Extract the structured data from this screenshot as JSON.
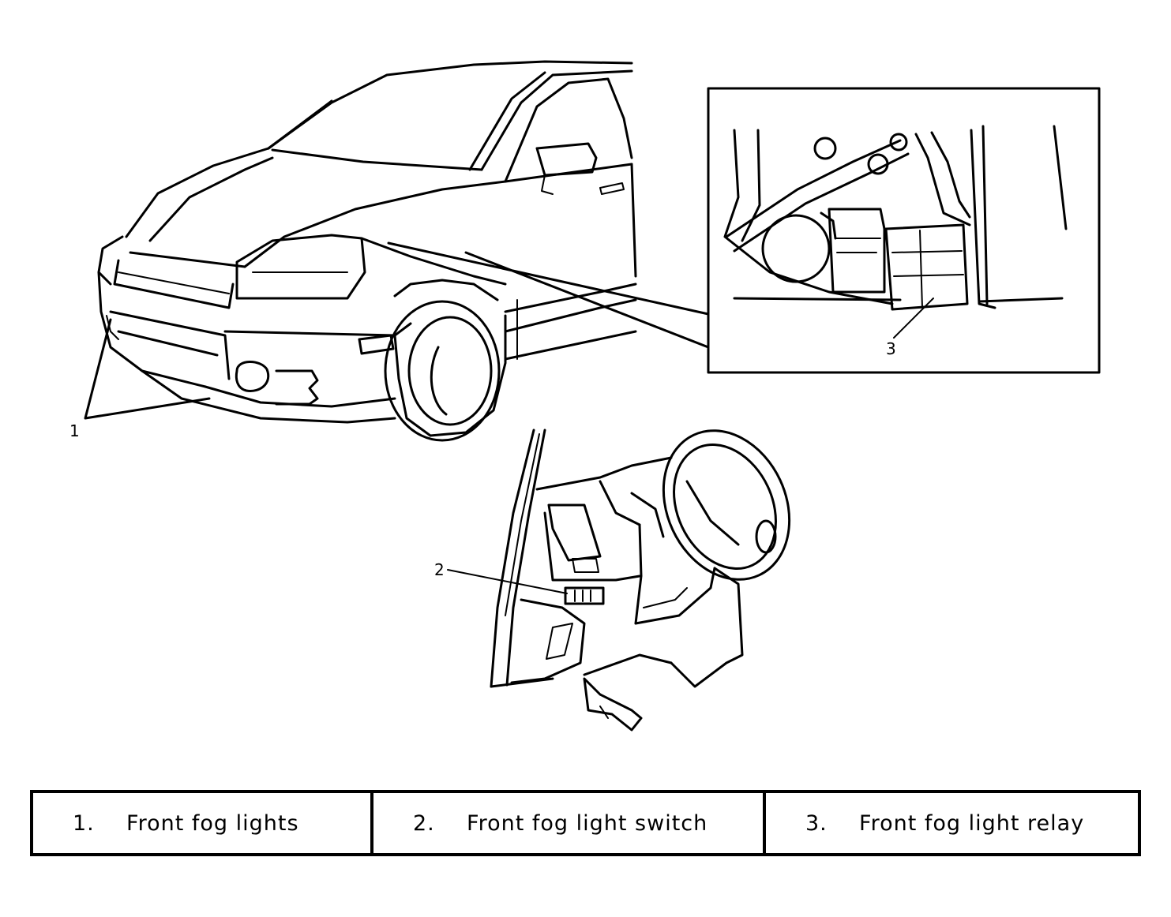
{
  "callouts": {
    "fog_lights": "1",
    "switch": "2",
    "relay": "3"
  },
  "legend": [
    {
      "number": "1.",
      "label": "Front fog lights"
    },
    {
      "number": "2.",
      "label": "Front fog light switch"
    },
    {
      "number": "3.",
      "label": "Front fog light relay"
    }
  ]
}
